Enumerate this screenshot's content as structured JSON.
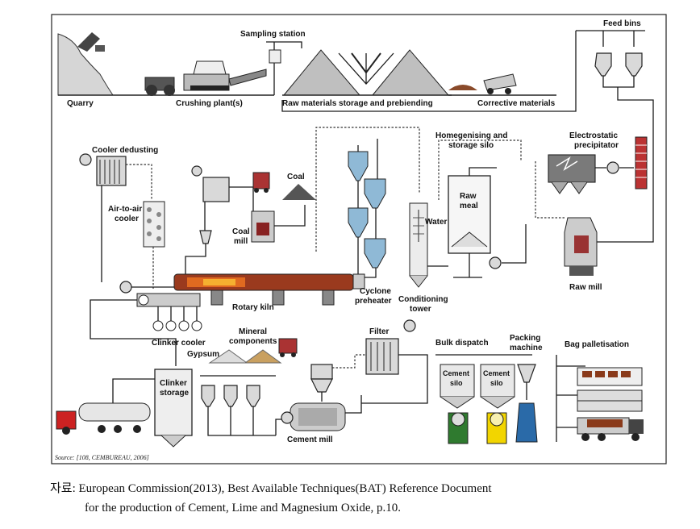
{
  "labels": {
    "quarry": "Quarry",
    "crushing": "Crushing plant(s)",
    "sampling": "Sampling station",
    "raw_storage": "Raw materials storage and prebiending",
    "corrective": "Corrective materials",
    "feed_bins": "Feed bins",
    "cooler_dedusting": "Cooler dedusting",
    "air_cooler_1": "Air-to-air",
    "air_cooler_2": "cooler",
    "coal": "Coal",
    "coal_mill_1": "Coal",
    "coal_mill_2": "mill",
    "homog_1": "Homegenising and",
    "homog_2": "storage silo",
    "raw_meal_1": "Raw",
    "raw_meal_2": "meal",
    "water": "Water",
    "esp_1": "Electrostatic",
    "esp_2": "precipitator",
    "raw_mill": "Raw mill",
    "rotary_kiln": "Rotary kiln",
    "cyclone_1": "Cyclone",
    "cyclone_2": "preheater",
    "cond_1": "Conditioning",
    "cond_2": "tower",
    "clinker_cooler": "Clinker cooler",
    "gypsum": "Gypsum",
    "mineral_1": "Mineral",
    "mineral_2": "components",
    "filter": "Filter",
    "bulk": "Bulk dispatch",
    "packing_1": "Packing",
    "packing_2": "machine",
    "bag": "Bag palletisation",
    "cement_silo_a1": "Cement",
    "cement_silo_a2": "silo",
    "cement_silo_b1": "Cement",
    "cement_silo_b2": "silo",
    "clinker_storage_1": "Clinker",
    "clinker_storage_2": "storage",
    "cement_mill": "Cement mill",
    "source": "Source: [108, CEMBUREAU, 2006]"
  },
  "caption": {
    "line1": "자료: European Commission(2013), Best Available Techniques(BAT) Reference Document",
    "line2": "for the production of Cement, Lime and Magnesium Oxide, p.10."
  }
}
